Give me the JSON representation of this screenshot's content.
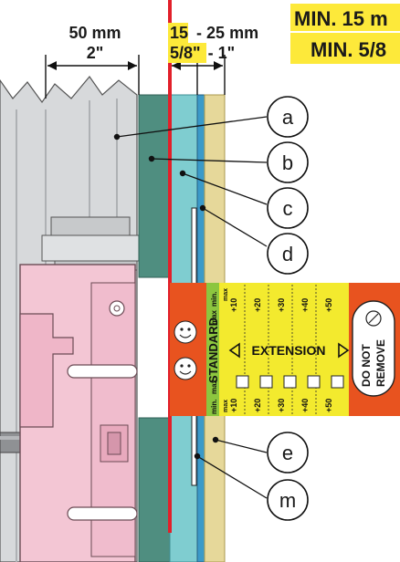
{
  "header": {
    "depth_mm": "50 mm",
    "depth_in": "2\"",
    "range_min_mm": "15",
    "range_rest_mm": "- 25 mm",
    "range_min_in": "5/8\"",
    "range_rest_in": "- 1\""
  },
  "notice": {
    "line1": "MIN. 15 m",
    "line2": "MIN. 5/8"
  },
  "callouts": [
    "a",
    "b",
    "c",
    "d",
    "e",
    "m"
  ],
  "gauge": {
    "standard": "STANDARD",
    "min_label": "min.",
    "max_label": "max",
    "extension": "EXTENSION",
    "ticks": [
      "+10",
      "+20",
      "+30",
      "+40",
      "+50"
    ],
    "tick_max": "max",
    "do_not": "DO NOT",
    "remove": "REMOVE"
  },
  "colors": {
    "wall": "#d6d8da",
    "board_dark": "#4f8e80",
    "board_cyan": "#7fcdd0",
    "thin_blue": "#3b9ac9",
    "board_beige": "#e6d89a",
    "red_line": "#e2202a",
    "gauge_yellow": "#f3ea2e",
    "gauge_orange": "#e8531f",
    "gauge_green": "#8cc63f",
    "bracket_pink": "#f3c6d4",
    "highlight_yellow": "#fde93a"
  }
}
